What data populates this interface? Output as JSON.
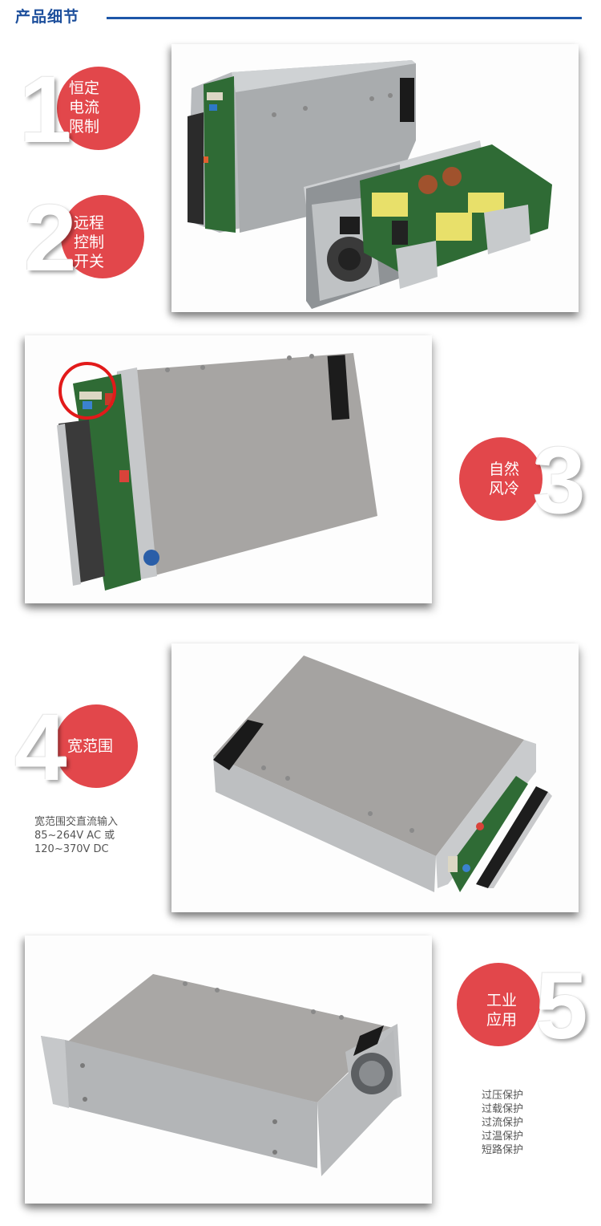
{
  "header": {
    "title": "产品细节",
    "line_color": "#1d56a8",
    "title_color": "#1d4f9c"
  },
  "colors": {
    "badge_red": "#e2474b",
    "highlight_ring": "#e21a1a",
    "caption_gray": "#555555"
  },
  "features": [
    {
      "number": "1",
      "label": "恒定\n电流\n限制"
    },
    {
      "number": "2",
      "label": "远程\n控制\n开关"
    },
    {
      "number": "3",
      "label": "自然\n风冷"
    },
    {
      "number": "4",
      "label": "宽范围",
      "caption": "宽范围交直流输入\n85~264V AC 或\n120~370V DC"
    },
    {
      "number": "5",
      "label": "工业\n应用",
      "caption": "过压保护\n过载保护\n过流保护\n过温保护\n短路保护"
    }
  ],
  "photos": [
    {
      "name": "open-and-closed-power-supply-photo",
      "content": "power supply unit with cover and opened unit showing transformers, fan and heatsinks"
    },
    {
      "name": "terminal-side-photo",
      "content": "power supply top view with circled remote control connector"
    },
    {
      "name": "terminal-block-photo",
      "content": "enclosed power supply showing terminal block side"
    },
    {
      "name": "fan-side-photo",
      "content": "enclosed power supply showing fan side"
    }
  ]
}
